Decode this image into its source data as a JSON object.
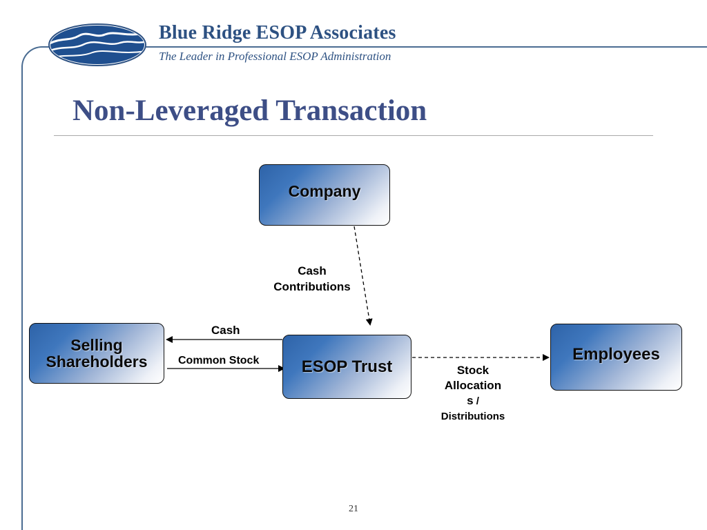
{
  "header": {
    "brand_name": "Blue Ridge ESOP Associates",
    "tagline": "The Leader in Professional ESOP Administration",
    "brand_color": "#2d5182",
    "logo_icon": "mountain-ridge-oval-logo"
  },
  "slide": {
    "title": "Non-Leveraged Transaction",
    "page_number": "21"
  },
  "diagram": {
    "nodes": {
      "company": "Company",
      "selling_line1": "Selling",
      "selling_line2": "Shareholders",
      "esop_trust": "ESOP Trust",
      "employees": "Employees"
    },
    "edges": {
      "cash_contrib_line1": "Cash",
      "cash_contrib_line2": "Contributions",
      "cash": "Cash",
      "common_stock": "Common Stock",
      "stock_line1": "Stock",
      "stock_line2": "Allocation",
      "stock_line3a": "s",
      "stock_line3b": " /",
      "stock_line4": "Distributions"
    },
    "node_gradient_colors": [
      "#2e63a8",
      "#ffffff"
    ]
  }
}
